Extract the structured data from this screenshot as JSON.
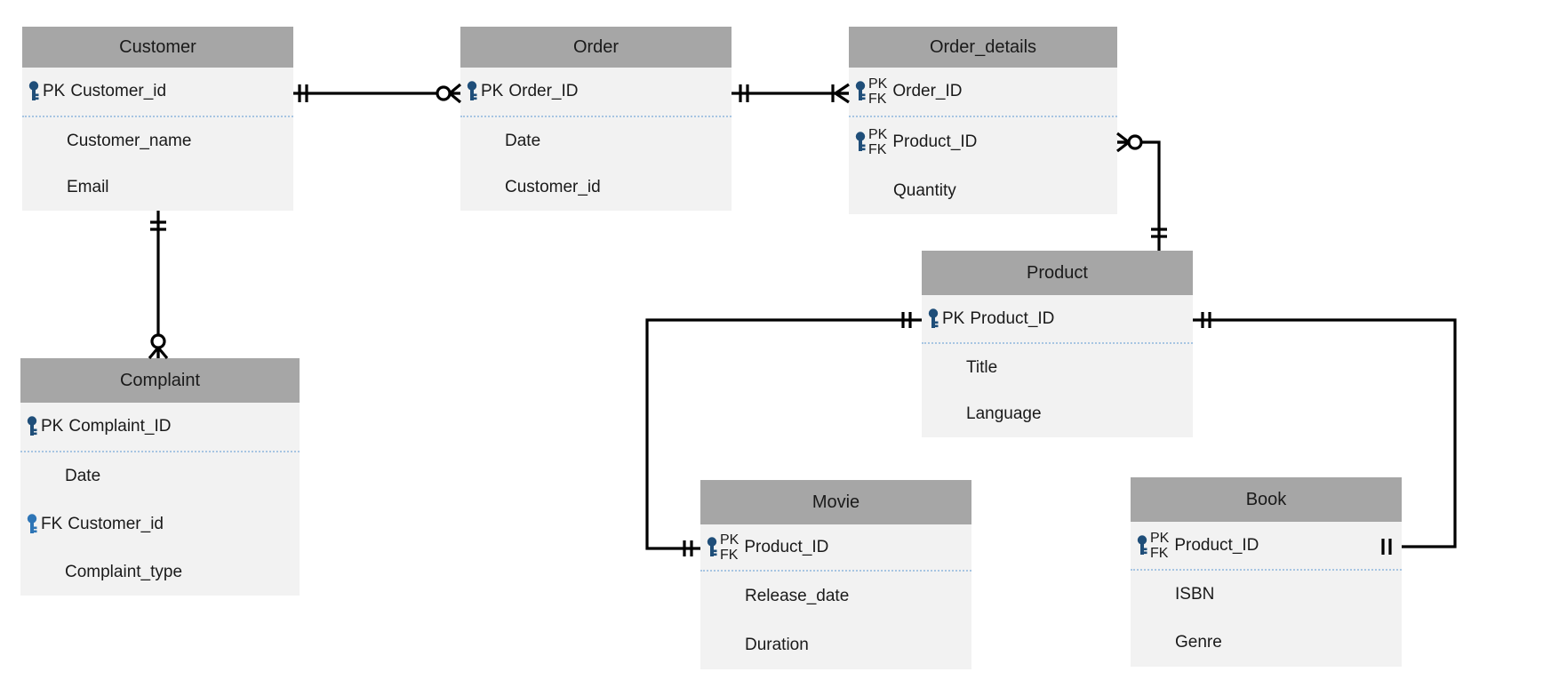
{
  "diagram_type": "entity-relationship-diagram",
  "colors": {
    "header_bg": "#a6a6a6",
    "body_bg": "#f2f2f2",
    "pk_key_icon": "#1f4e79",
    "fk_key_icon": "#2e75b6",
    "connector_line": "#000000",
    "key_divider": "#a7c5e2",
    "text": "#1a1a1a",
    "canvas_bg": "#ffffff"
  },
  "entities": [
    {
      "title": "Customer",
      "rows": [
        {
          "badges": [
            "PK"
          ],
          "label": "Customer_id"
        },
        {
          "label": "Customer_name"
        },
        {
          "label": "Email"
        }
      ]
    },
    {
      "title": "Order",
      "rows": [
        {
          "badges": [
            "PK"
          ],
          "label": "Order_ID"
        },
        {
          "label": "Date"
        },
        {
          "label": "Customer_id"
        }
      ]
    },
    {
      "title": "Order_details",
      "rows": [
        {
          "badges": [
            "PK",
            "FK"
          ],
          "label": "Order_ID"
        },
        {
          "badges": [
            "PK",
            "FK"
          ],
          "label": "Product_ID"
        },
        {
          "label": "Quantity"
        }
      ]
    },
    {
      "title": "Complaint",
      "rows": [
        {
          "badges": [
            "PK"
          ],
          "label": "Complaint_ID"
        },
        {
          "label": "Date"
        },
        {
          "badges": [
            "FK"
          ],
          "label": "Customer_id"
        },
        {
          "label": "Complaint_type"
        }
      ]
    },
    {
      "title": "Product",
      "rows": [
        {
          "badges": [
            "PK"
          ],
          "label": "Product_ID"
        },
        {
          "label": "Title"
        },
        {
          "label": "Language"
        }
      ]
    },
    {
      "title": "Movie",
      "rows": [
        {
          "badges": [
            "PK",
            "FK"
          ],
          "label": "Product_ID"
        },
        {
          "label": "Release_date"
        },
        {
          "label": "Duration"
        }
      ]
    },
    {
      "title": "Book",
      "rows": [
        {
          "badges": [
            "PK",
            "FK"
          ],
          "label": "Product_ID"
        },
        {
          "label": "ISBN"
        },
        {
          "label": "Genre"
        }
      ]
    }
  ],
  "relationships": [
    {
      "from": "Customer",
      "to": "Order",
      "from_cardinality": "exactly-one",
      "to_cardinality": "zero-or-many"
    },
    {
      "from": "Order",
      "to": "Order_details",
      "from_cardinality": "exactly-one",
      "to_cardinality": "one-or-many"
    },
    {
      "from": "Order_details",
      "to": "Product",
      "from_cardinality": "zero-or-many",
      "to_cardinality": "exactly-one"
    },
    {
      "from": "Product",
      "to": "Movie",
      "from_cardinality": "exactly-one",
      "to_cardinality": "exactly-one"
    },
    {
      "from": "Product",
      "to": "Book",
      "from_cardinality": "exactly-one",
      "to_cardinality": "exactly-one"
    },
    {
      "from": "Customer",
      "to": "Complaint",
      "from_cardinality": "exactly-one",
      "to_cardinality": "zero-or-many"
    }
  ]
}
